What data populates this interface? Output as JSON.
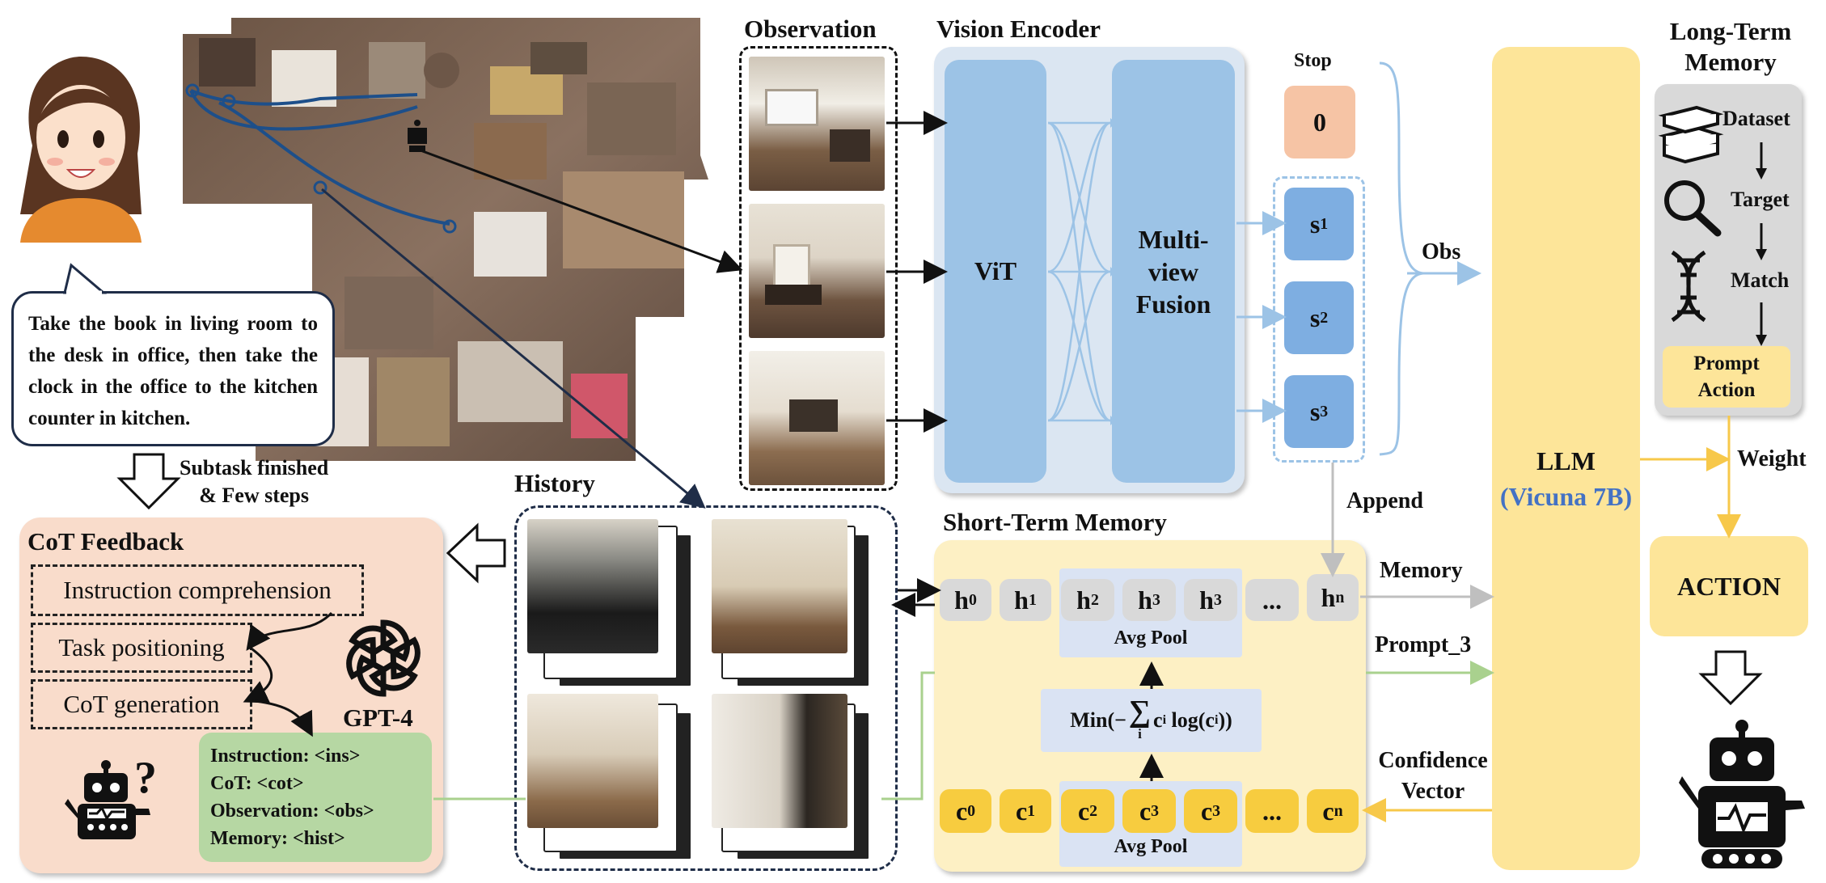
{
  "titles": {
    "observation": "Observation",
    "vision_encoder": "Vision Encoder",
    "long_term_memory": "Long-Term Memory",
    "history": "History",
    "short_term_memory": "Short-Term Memory",
    "cot_feedback": "CoT Feedback"
  },
  "instruction_bubble": "Take the book in living room to the desk in office, then take the clock in the office to the kitchen counter in kitchen.",
  "subtask_note": [
    "Subtask finished",
    "& Few steps"
  ],
  "encoder": {
    "vit": "ViT",
    "fusion": "Multi-view Fusion"
  },
  "stop": {
    "label": "Stop",
    "value": "0"
  },
  "states": [
    {
      "base": "s",
      "sub": "1"
    },
    {
      "base": "s",
      "sub": "2"
    },
    {
      "base": "s",
      "sub": "3"
    }
  ],
  "obs_label": "Obs",
  "append_label": "Append",
  "llm": {
    "label": "LLM",
    "model": "(Vicuna 7B)"
  },
  "ltm_steps": [
    "Dataset",
    "Target",
    "Match"
  ],
  "ltm_prompt": "Prompt Action",
  "weight_label": "Weight",
  "action_label": "ACTION",
  "memory_label": "Memory",
  "prompt3_label": "Prompt_3",
  "confidence_label": [
    "Confidence",
    "Vector"
  ],
  "h_chips": [
    {
      "base": "h",
      "sub": "0"
    },
    {
      "base": "h",
      "sub": "1"
    },
    {
      "base": "h",
      "sub": "2"
    },
    {
      "base": "h",
      "sub": "3"
    },
    {
      "base": "h",
      "sub": "3"
    },
    {
      "base": "...",
      "sub": ""
    },
    {
      "base": "h",
      "sub": "n"
    }
  ],
  "c_chips": [
    {
      "base": "c",
      "sub": "0"
    },
    {
      "base": "c",
      "sub": "1"
    },
    {
      "base": "c",
      "sub": "2"
    },
    {
      "base": "c",
      "sub": "3"
    },
    {
      "base": "c",
      "sub": "3"
    },
    {
      "base": "...",
      "sub": ""
    },
    {
      "base": "c",
      "sub": "n"
    }
  ],
  "avg_pool": "Avg Pool",
  "entropy": {
    "prefix": "Min(−",
    "sum": "∑",
    "idx": "i",
    "body": "c",
    "body_sub": "i",
    "log": " log(c",
    "log_sub": "i",
    "close": "))"
  },
  "cot_steps": [
    "Instruction comprehension",
    "Task positioning",
    "CoT generation"
  ],
  "gpt_label": "GPT-4",
  "prompt_lines": [
    "Instruction: <ins>",
    "CoT: <cot>",
    "Observation: <obs>",
    "Memory: <hist>"
  ],
  "question_mark": "?",
  "colors": {
    "encoder_bg": "#dbe6f2",
    "encoder_block": "#9cc3e6",
    "llm": "#fde599",
    "stm_bg": "#fdf0c4",
    "cot_bg": "#f9dccb",
    "prompt_bg": "#b6d7a3",
    "stop_bg": "#f6c4a5",
    "ltm_bg": "#d9d9d9",
    "ltm_prompt": "#fde599",
    "pool_bg": "#dae3f3",
    "blue_text": "#4472c4"
  }
}
